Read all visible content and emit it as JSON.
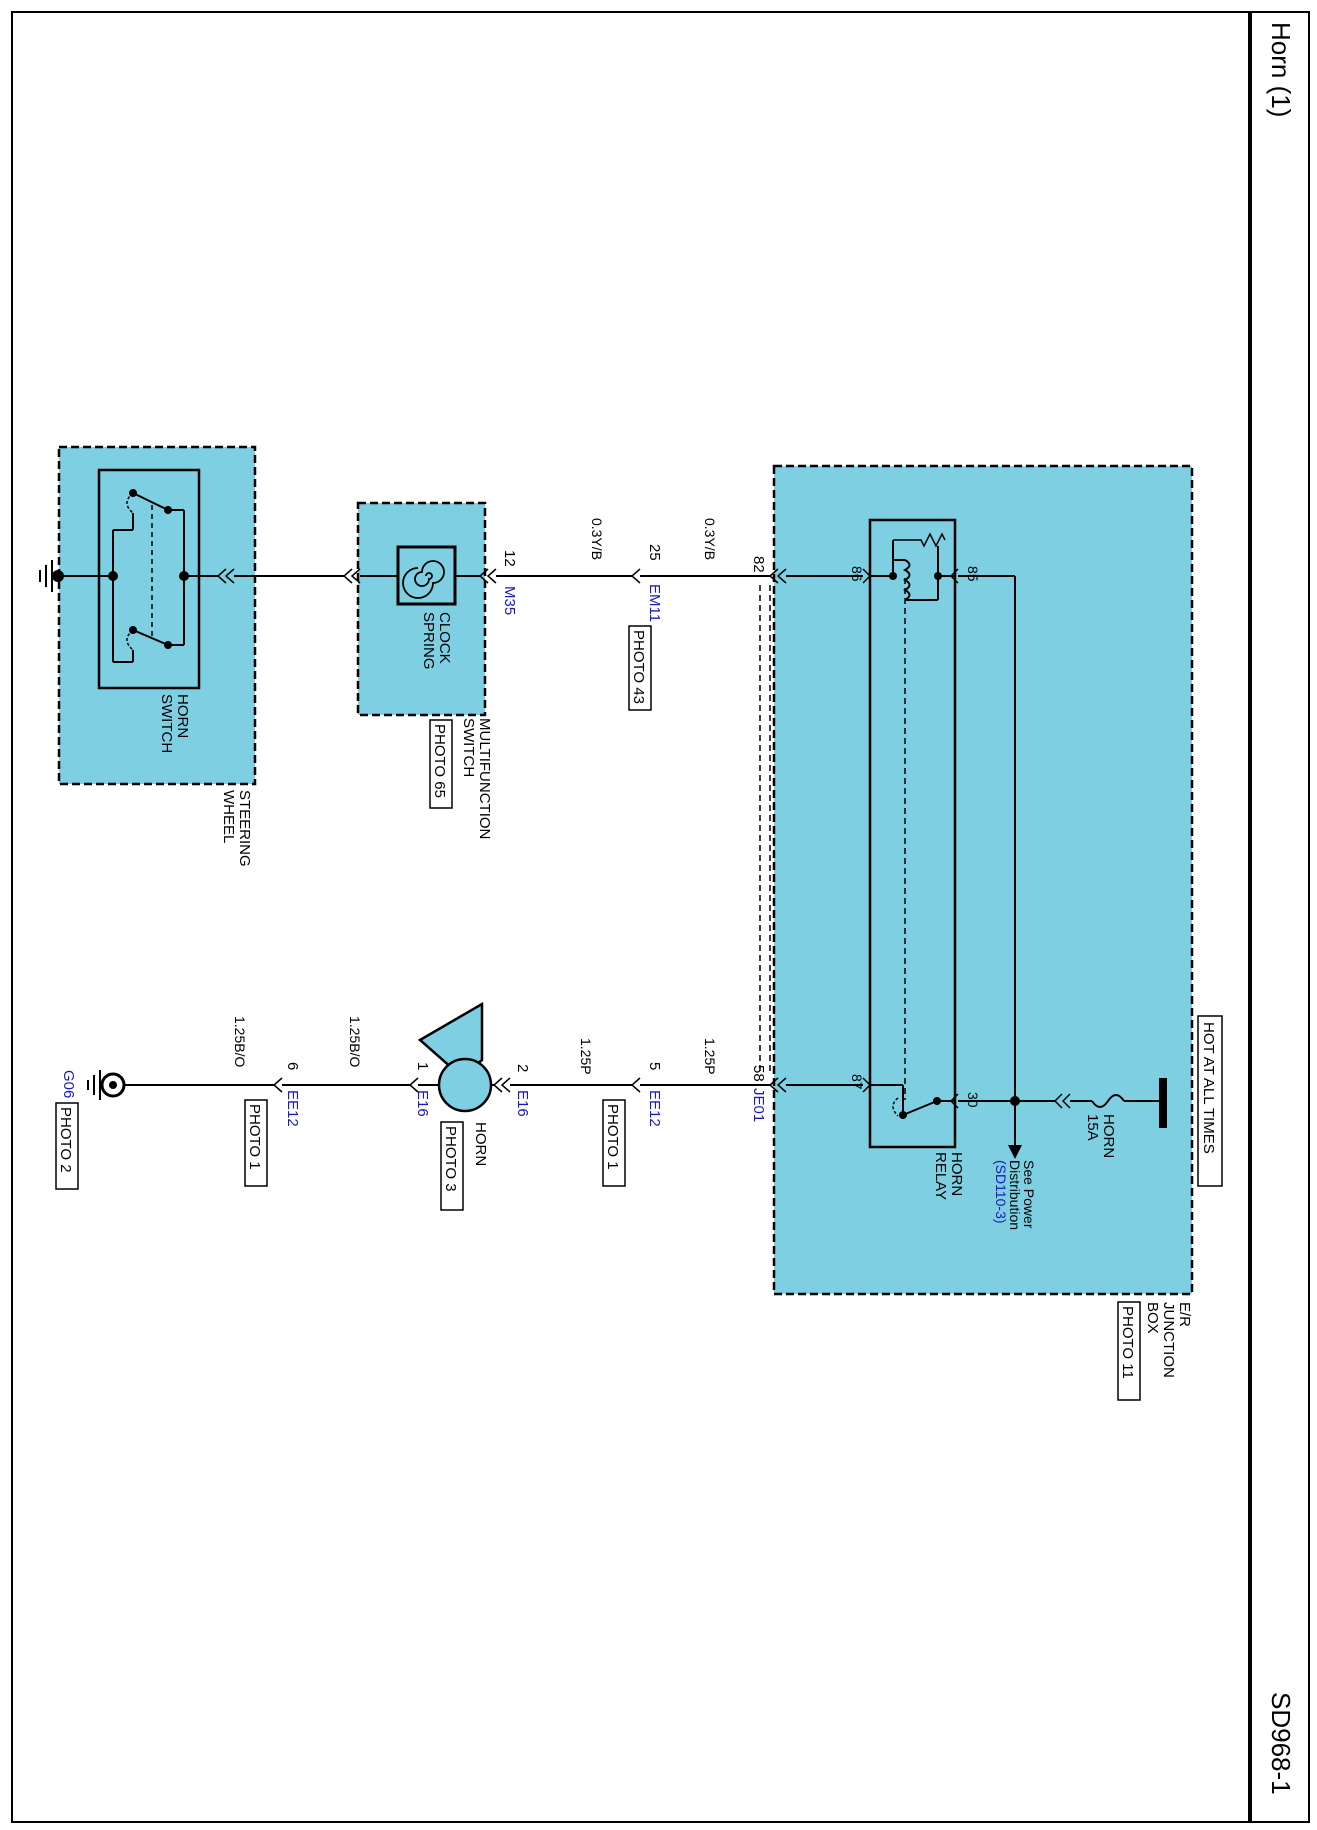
{
  "page": {
    "title": "Horn (1)",
    "code": "SD968-1"
  },
  "power": {
    "hot_at_all_times": "HOT AT ALL TIMES"
  },
  "fuse": {
    "name": "HORN",
    "rating": "15A"
  },
  "power_distribution": {
    "line1": "See Power",
    "line2": "Distribution",
    "ref": "(SD110-3)"
  },
  "junction_box": {
    "line1": "E/R",
    "line2": "JUNCTION",
    "line3": "BOX",
    "photo": "PHOTO 11",
    "pin_upper": "82",
    "pin_lower": "58",
    "connector_lower": "JE01"
  },
  "relay": {
    "line1": "HORN",
    "line2": "RELAY",
    "pins": {
      "p86": "86",
      "p85": "85",
      "p87": "87",
      "p30": "30"
    }
  },
  "upper_circuit": {
    "wire_jb_em11": "0.3Y/B",
    "em11_pin": "25",
    "em11_connector": "EM11",
    "em11_photo": "PHOTO 43",
    "wire_em11_m35": "0.3Y/B",
    "m35_pin": "12",
    "m35_connector": "M35"
  },
  "multifunction_switch": {
    "line1": "MULTIFUNCTION",
    "line2": "SWITCH",
    "photo": "PHOTO 65",
    "clock_spring_line1": "CLOCK",
    "clock_spring_line2": "SPRING"
  },
  "steering_wheel": {
    "line1": "STEERING",
    "line2": "WHEEL",
    "horn_switch_line1": "HORN",
    "horn_switch_line2": "SWITCH"
  },
  "lower_circuit": {
    "wire_jb_ee12": "1.25P",
    "ee12a_pin": "5",
    "ee12a_connector": "EE12",
    "ee12a_photo": "PHOTO 1",
    "wire_ee12_e16": "1.25P",
    "e16a_pin": "2",
    "e16a_connector": "E16",
    "e16b_pin": "1",
    "e16b_connector": "E16",
    "wire_e16_ee12": "1.25B/O",
    "ee12b_pin": "6",
    "ee12b_connector": "EE12",
    "ee12b_photo": "PHOTO 1",
    "wire_ee12_g06": "1.25B/O",
    "ground_connector": "G06",
    "ground_photo": "PHOTO 2"
  },
  "horn": {
    "label": "HORN",
    "photo": "PHOTO 3"
  },
  "colors": {
    "component_fill": "#7ecfe2",
    "connector_text": "#1a1ab8",
    "line": "#000000"
  }
}
